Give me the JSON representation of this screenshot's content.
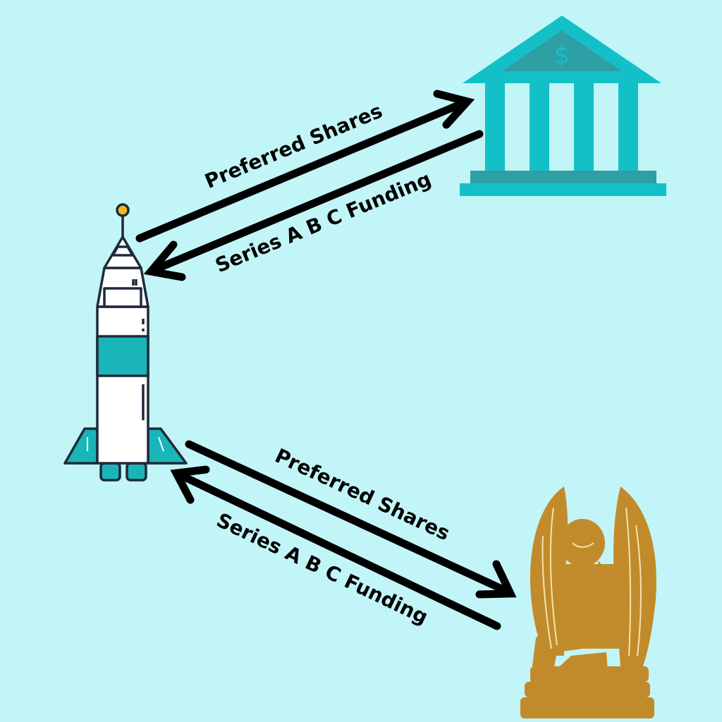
{
  "colors": {
    "background": "#c2f5f7",
    "bank": "#14c0c8",
    "bank_dark": "#2e9fa5",
    "rocket_accent": "#1ab5b8",
    "rocket_outline": "#1e2a3a",
    "angel": "#c18b2b",
    "arrow": "#000000"
  },
  "icons": {
    "bank": "bank-building-icon",
    "startup": "rocket-icon",
    "angel_investor": "angel-statue-icon"
  },
  "top_pair": {
    "upper_label": "Preferred Shares",
    "lower_label": "Series A B C Funding"
  },
  "bottom_pair": {
    "upper_label": "Preferred Shares",
    "lower_label": "Series A B C Funding"
  }
}
